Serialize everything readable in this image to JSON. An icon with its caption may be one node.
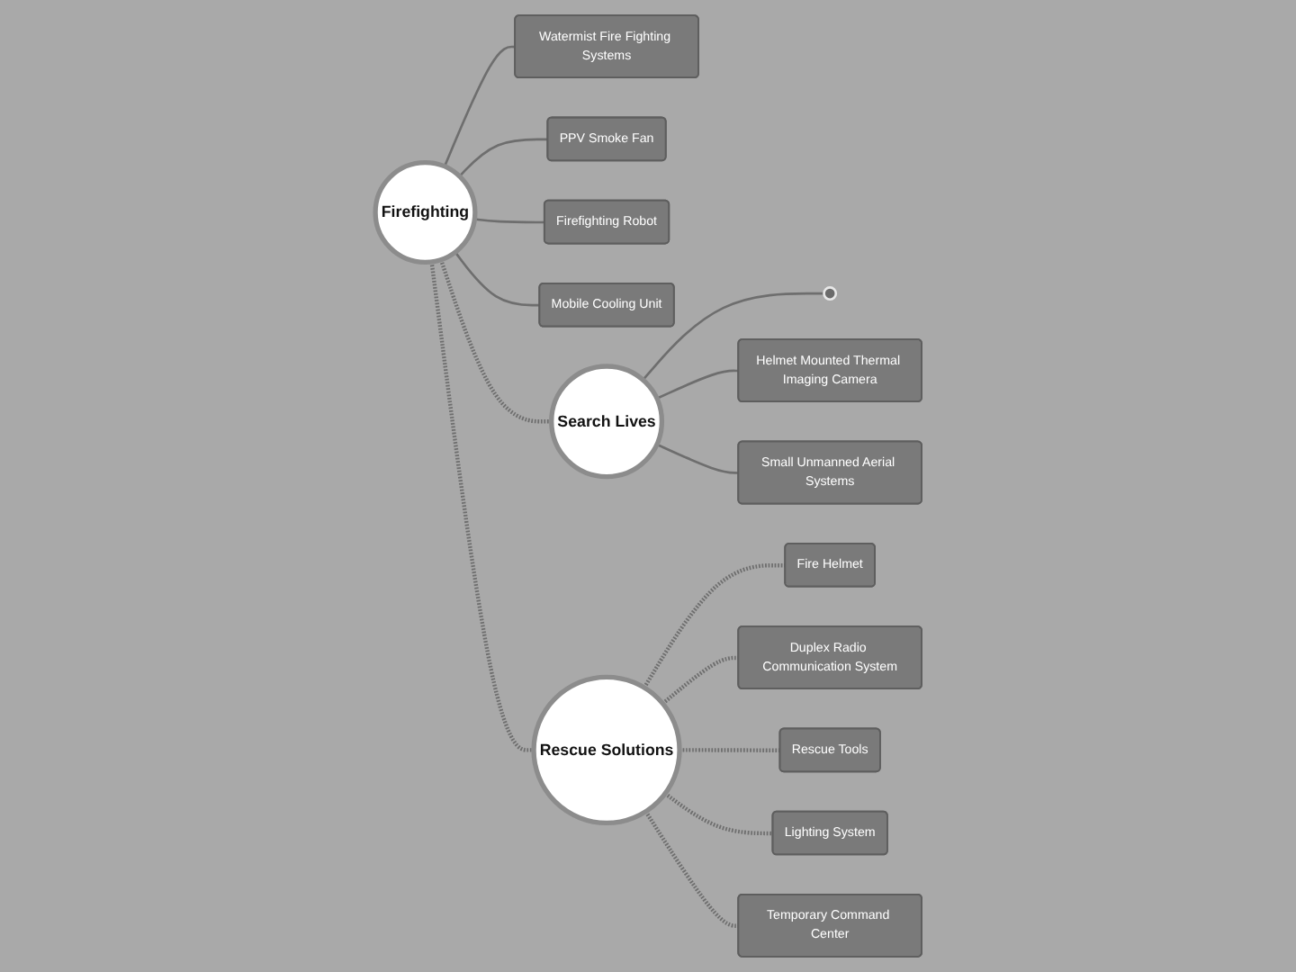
{
  "diagram": {
    "nodes": [
      {
        "text": [
          "Firefighting"
        ]
      },
      {
        "text": [
          "Watermist Fire Fighting Systems"
        ]
      },
      {
        "text": [
          "PPV Smoke Fan"
        ]
      },
      {
        "text": [
          "Firefighting Robot"
        ]
      },
      {
        "text": [
          "Mobile Cooling Unit"
        ]
      },
      {
        "text": [
          "Search Lives"
        ]
      },
      {
        "text": [],
        "shape": "circle"
      },
      {
        "text": [
          "Helmet Mounted Thermal Imaging Camera"
        ]
      },
      {
        "text": [
          "Small Unmanned Aerial Systems"
        ]
      },
      {
        "text": [
          "Rescue Solutions"
        ]
      },
      {
        "text": [
          "Fire Helmet"
        ]
      },
      {
        "text": [
          "Duplex Radio Communication System"
        ]
      },
      {
        "text": [
          "Rescue Tools"
        ]
      },
      {
        "text": [
          "Lighting System"
        ]
      },
      {
        "text": [
          "Temporary Command Center"
        ]
      }
    ],
    "edges": [
      {
        "from": 0,
        "to": 5,
        "arrow": "none",
        "style": "dashed"
      },
      {
        "from": 0,
        "to": 9,
        "arrow": "none",
        "style": "dashed"
      },
      {
        "from": 0,
        "to": 1,
        "arrow": "none"
      },
      {
        "from": 0,
        "to": 2,
        "arrow": "none"
      },
      {
        "from": 0,
        "to": 3,
        "arrow": "none"
      },
      {
        "from": 0,
        "to": 4,
        "arrow": "none"
      },
      {
        "from": 5,
        "to": 6,
        "arrow": "none"
      },
      {
        "from": 5,
        "to": 7,
        "arrow": "none"
      },
      {
        "from": 5,
        "to": 8,
        "arrow": "none"
      },
      {
        "from": 9,
        "to": 10,
        "arrow": "none",
        "style": "dashed"
      },
      {
        "from": 9,
        "to": 11,
        "arrow": "none",
        "style": "dashed"
      },
      {
        "from": 9,
        "to": 12,
        "arrow": "none",
        "style": "dashed"
      },
      {
        "from": 9,
        "to": 13,
        "arrow": "none",
        "style": "dashed"
      },
      {
        "from": 9,
        "to": 14,
        "arrow": "none",
        "style": "dashed"
      }
    ]
  }
}
